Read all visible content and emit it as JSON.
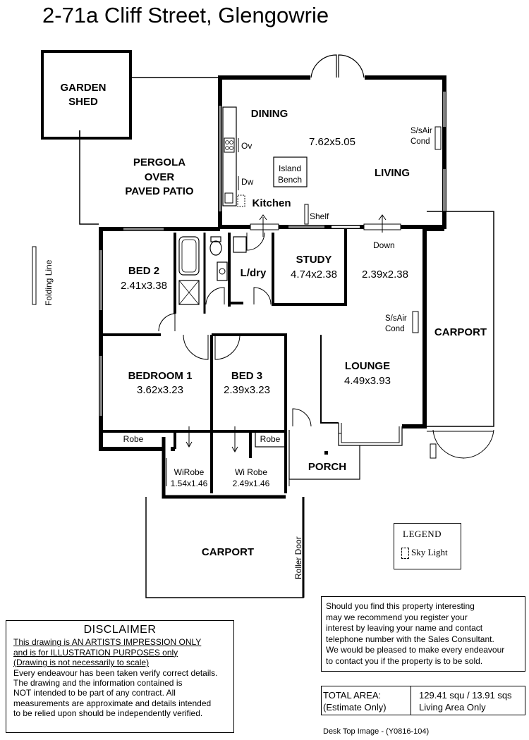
{
  "title": "2-71a Cliff Street, Glengowrie",
  "rooms": {
    "garden_shed": [
      "GARDEN",
      "SHED"
    ],
    "pergola": [
      "PERGOLA",
      "OVER",
      "PAVED PATIO"
    ],
    "dining": "DINING",
    "living_dims": "7.62x5.05",
    "living": "LIVING",
    "kitchen": "Kitchen",
    "island_bench": [
      "Island",
      "Bench"
    ],
    "oven": "Ov",
    "dishwasher": "Dw",
    "shelf": "Shelf",
    "aircon_1": [
      "S/sAir",
      "Cond"
    ],
    "aircon_2": [
      "S/sAir",
      "Cond"
    ],
    "down": "Down",
    "folding_line": "Folding Line",
    "bed2": "BED 2",
    "bed2_dims": "2.41x3.38",
    "laundry": "L/dry",
    "study": "STUDY",
    "study_dims": "4.74x2.38",
    "study_dims_2": "2.39x2.38",
    "carport_right": "CARPORT",
    "bedroom1": "BEDROOM 1",
    "bedroom1_dims": "3.62x3.23",
    "bed3": "BED 3",
    "bed3_dims": "2.39x3.23",
    "lounge": "LOUNGE",
    "lounge_dims": "4.49x3.93",
    "robe_1": "Robe",
    "robe_2": "Robe",
    "wirobe_1": "WiRobe",
    "wirobe_1_dims": "1.54x1.46",
    "wirobe_2": "Wi Robe",
    "wirobe_2_dims": "2.49x1.46",
    "porch": "PORCH",
    "carport_bottom": "CARPORT",
    "roller_door": "Roller Door"
  },
  "legend": {
    "title": "LEGEND",
    "sky_light": "Sky Light"
  },
  "disclaimer": {
    "heading": "DISCLAIMER",
    "lines": [
      "This drawing is AN ARTISTS IMPRESSION ONLY",
      "and is for ILLUSTRATION PURPOSES only",
      "(Drawing is not necessarily to scale)",
      "Every endeavour has been taken verify correct details.",
      "The drawing and the information contained is",
      "NOT intended to be part of any contract.  All",
      "measurements are approximate and details intended",
      "to be relied upon should be independently verified."
    ]
  },
  "interest": {
    "lines": [
      "Should you find this property interesting",
      "may we recommend you register your",
      "interest by leaving your name and contact",
      "telephone number with the Sales Consultant.",
      "We would be pleased to make every endeavour",
      "to contact you if the property is to be sold."
    ]
  },
  "total_area": {
    "label_1": "TOTAL AREA:",
    "label_2": "(Estimate Only)",
    "value_1": "129.41 squ / 13.91 sqs",
    "value_2": "Living Area Only"
  },
  "desk_top": "Desk Top Image - (Y0816-104)"
}
